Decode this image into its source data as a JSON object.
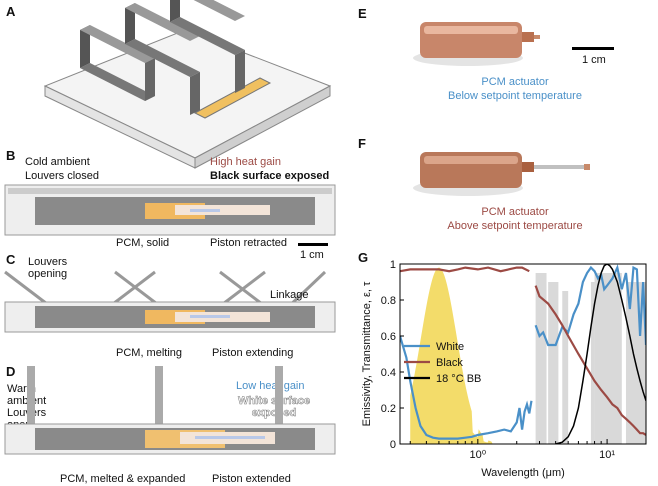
{
  "panels": {
    "A": {
      "letter": "A"
    },
    "B": {
      "letter": "B",
      "cold_ambient": "Cold ambient",
      "louvers_closed": "Louvers closed",
      "high_heat_gain": "High heat gain",
      "black_surface": "Black surface exposed",
      "pcm_solid": "PCM, solid",
      "piston_retracted": "Piston retracted",
      "scale": "1 cm"
    },
    "C": {
      "letter": "C",
      "louvers_opening": "Louvers\nopening",
      "linkage": "Linkage",
      "pcm_melting": "PCM, melting",
      "piston_extending": "Piston extending"
    },
    "D": {
      "letter": "D",
      "warm_ambient": "Warm\nambient\nLouvers\nopen",
      "low_heat_gain": "Low heat gain",
      "white_surface": "White surface\nexposed",
      "pcm_melted": "PCM, melted & expanded",
      "piston_extended": "Piston extended"
    },
    "E": {
      "letter": "E",
      "scale": "1 cm",
      "caption1": "PCM actuator",
      "caption2": "Below setpoint temperature"
    },
    "F": {
      "letter": "F",
      "caption1": "PCM actuator",
      "caption2": "Above setpoint temperature"
    },
    "G": {
      "letter": "G"
    }
  },
  "chart_data": {
    "type": "line",
    "xlabel": "Wavelength (μm)",
    "ylabel": "Emissivity, Transmittance, ε, τ",
    "x_scale": "log",
    "xlim": [
      0.25,
      20
    ],
    "ylim": [
      0,
      1
    ],
    "x_ticks": [
      {
        "value": 1,
        "label": "10⁰"
      },
      {
        "value": 10,
        "label": "10¹"
      }
    ],
    "y_ticks": [
      0,
      0.2,
      0.4,
      0.6,
      0.8,
      1
    ],
    "y_tick_labels": [
      "0",
      "0.2",
      "0.4",
      "0.6",
      "0.8",
      "1"
    ],
    "series": [
      {
        "name": "White",
        "color": "#4a90c8",
        "x": [
          0.25,
          0.28,
          0.3,
          0.33,
          0.36,
          0.4,
          0.45,
          0.5,
          0.6,
          0.7,
          0.8,
          0.9,
          1.0,
          1.2,
          1.4,
          1.6,
          1.8,
          2.0,
          2.1,
          2.2,
          2.3,
          2.4,
          2.5,
          2.6
        ],
        "y": [
          0.6,
          0.48,
          0.35,
          0.2,
          0.1,
          0.05,
          0.035,
          0.03,
          0.03,
          0.03,
          0.035,
          0.04,
          0.05,
          0.06,
          0.07,
          0.08,
          0.07,
          0.12,
          0.2,
          0.08,
          0.18,
          0.22,
          0.17,
          0.24
        ]
      },
      {
        "name": "White",
        "color": "#4a90c8",
        "x": [
          2.8,
          3.0,
          3.2,
          3.5,
          4.0,
          4.5,
          5.0,
          5.5,
          6.0,
          6.5,
          7.0,
          7.5,
          8.0,
          8.5,
          9.0,
          9.5,
          10,
          11,
          12,
          13,
          14,
          15,
          16,
          17,
          18,
          19,
          20
        ],
        "y": [
          0.66,
          0.6,
          0.62,
          0.55,
          0.55,
          0.65,
          0.62,
          0.72,
          0.78,
          0.9,
          0.95,
          0.98,
          0.96,
          0.92,
          0.94,
          0.86,
          0.88,
          0.92,
          0.98,
          0.86,
          0.95,
          0.75,
          0.98,
          0.97,
          0.6,
          0.9,
          0.55
        ]
      },
      {
        "name": "Black",
        "color": "#9c4a44",
        "x": [
          0.25,
          0.3,
          0.4,
          0.5,
          0.6,
          0.7,
          0.8,
          1.0,
          1.2,
          1.5,
          2.0,
          2.2,
          2.5
        ],
        "y": [
          0.96,
          0.97,
          0.97,
          0.97,
          0.96,
          0.97,
          0.98,
          0.97,
          0.98,
          0.96,
          0.98,
          0.98,
          0.96
        ]
      },
      {
        "name": "Black",
        "color": "#9c4a44",
        "x": [
          2.8,
          3.0,
          3.5,
          4.0,
          4.5,
          5.0,
          6.0,
          7.0,
          8.0,
          9.0,
          10,
          11,
          12,
          13,
          14,
          15,
          16,
          17,
          18,
          19,
          20
        ],
        "y": [
          0.88,
          0.82,
          0.78,
          0.72,
          0.66,
          0.6,
          0.5,
          0.42,
          0.35,
          0.3,
          0.26,
          0.22,
          0.2,
          0.16,
          0.14,
          0.12,
          0.1,
          0.08,
          0.06,
          0.06,
          0.05
        ]
      },
      {
        "name": "18 °C BB",
        "color": "#000000",
        "x": [
          4,
          4.5,
          5,
          5.5,
          6,
          6.5,
          7,
          7.5,
          8,
          8.5,
          9,
          9.5,
          10,
          10.5,
          11,
          12,
          13,
          14,
          15,
          16,
          17,
          18,
          19,
          20
        ],
        "y": [
          0.0,
          0.01,
          0.04,
          0.1,
          0.2,
          0.35,
          0.5,
          0.65,
          0.78,
          0.88,
          0.95,
          0.99,
          1.0,
          0.99,
          0.97,
          0.9,
          0.8,
          0.7,
          0.6,
          0.5,
          0.42,
          0.35,
          0.29,
          0.24
        ]
      }
    ],
    "solar_band_color": "#f3dc6a",
    "atmosphere_band_color": "#d9d9d9",
    "legend": {
      "placement": "center-left",
      "entries": [
        "White",
        "Black",
        "18 °C BB"
      ]
    }
  }
}
